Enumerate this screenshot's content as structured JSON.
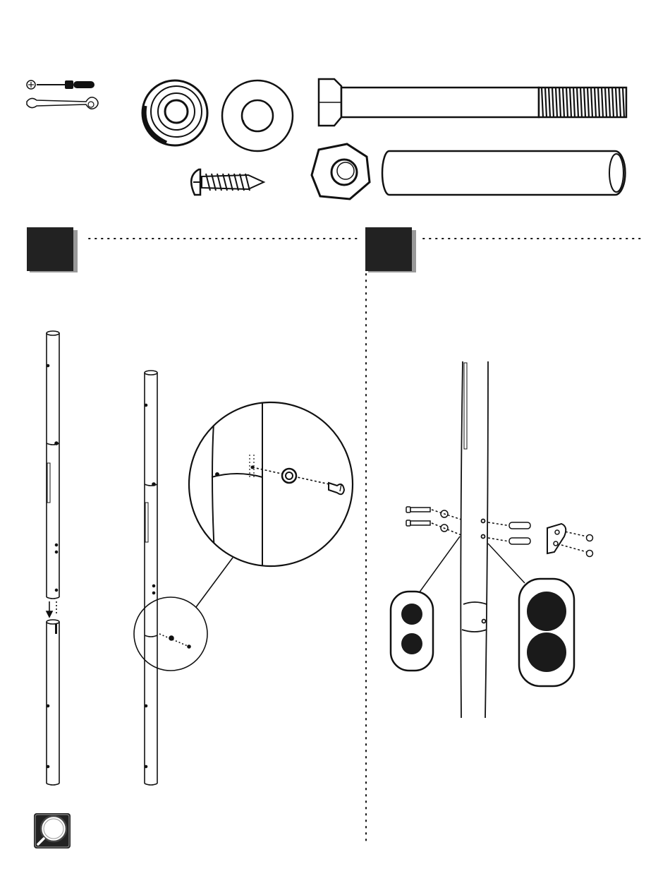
{
  "page": {
    "kind": "assembly-instructions",
    "step_one_number": "",
    "step_two_number": ""
  },
  "tools": [
    {
      "name": "phillips-screwdriver"
    },
    {
      "name": "wrench"
    }
  ],
  "hardware": [
    {
      "name": "bushing"
    },
    {
      "name": "flat-washer"
    },
    {
      "name": "hex-bolt"
    },
    {
      "name": "screw"
    },
    {
      "name": "hex-nut"
    },
    {
      "name": "spacer-tube"
    }
  ],
  "icons": {
    "magnifier": "magnifier-icon",
    "screwdriver": "screwdriver-icon",
    "wrench": "wrench-icon"
  },
  "colors": {
    "ink": "#111111",
    "step_box": "#222222",
    "step_shadow": "#999999"
  }
}
